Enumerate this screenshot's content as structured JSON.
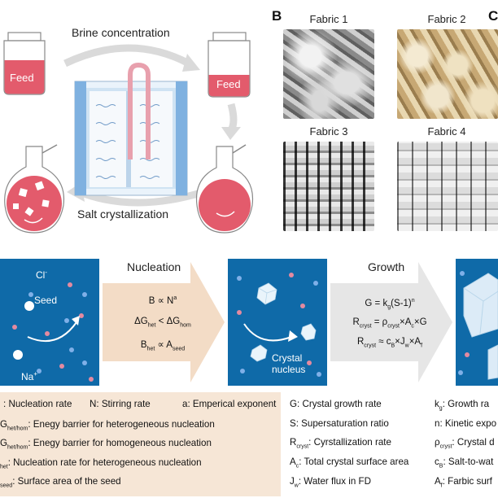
{
  "panel_a": {
    "brine_label": "Brine concentration",
    "salt_label": "Salt crystallization",
    "feed_left": "Feed",
    "feed_right": "Feed"
  },
  "panel_b": {
    "letter": "B",
    "fabrics": [
      "Fabric 1",
      "Fabric 2",
      "Fabric 3",
      "Fabric 4"
    ]
  },
  "process": {
    "nucleation_title": "Nucleation",
    "growth_title": "Growth",
    "ion_cl": "Cl",
    "ion_na": "Na",
    "seed_label": "Seed",
    "crystal_label_1": "Crystal",
    "crystal_label_2": "nucleus"
  },
  "colors": {
    "blue_box": "#0f6aa8",
    "nucleation_arrow": "#f3dcc6",
    "growth_arrow": "#e6e6e6",
    "legend_bg": "#f6e6d6",
    "liquid": "#e35b6c"
  },
  "legend_left": {
    "row1_a": ": Nucleation rate",
    "row1_b": "N: Stirring rate",
    "row1_c": "a: Emperical exponent",
    "row2": ": Enegy barrier for heterogeneous nucleation",
    "row3": ": Enegy barrier for homogeneous nucleation",
    "row4": ": Nucleation rate for heterogeneous nucleation",
    "row5": ": Surface area of the seed"
  },
  "legend_right": {
    "g": "G: Crystal growth rate",
    "s": "S: Supersaturation ratio",
    "r": ": Cyrstallization rate",
    "a": ": Total crystal surface area",
    "j": ": Water flux in FD",
    "kg": ": Growth ra",
    "n": "n: Kinetic expo",
    "rho": ": Crystal d",
    "cb": ": Salt-to-wat",
    "af": ": Farbic surf"
  }
}
